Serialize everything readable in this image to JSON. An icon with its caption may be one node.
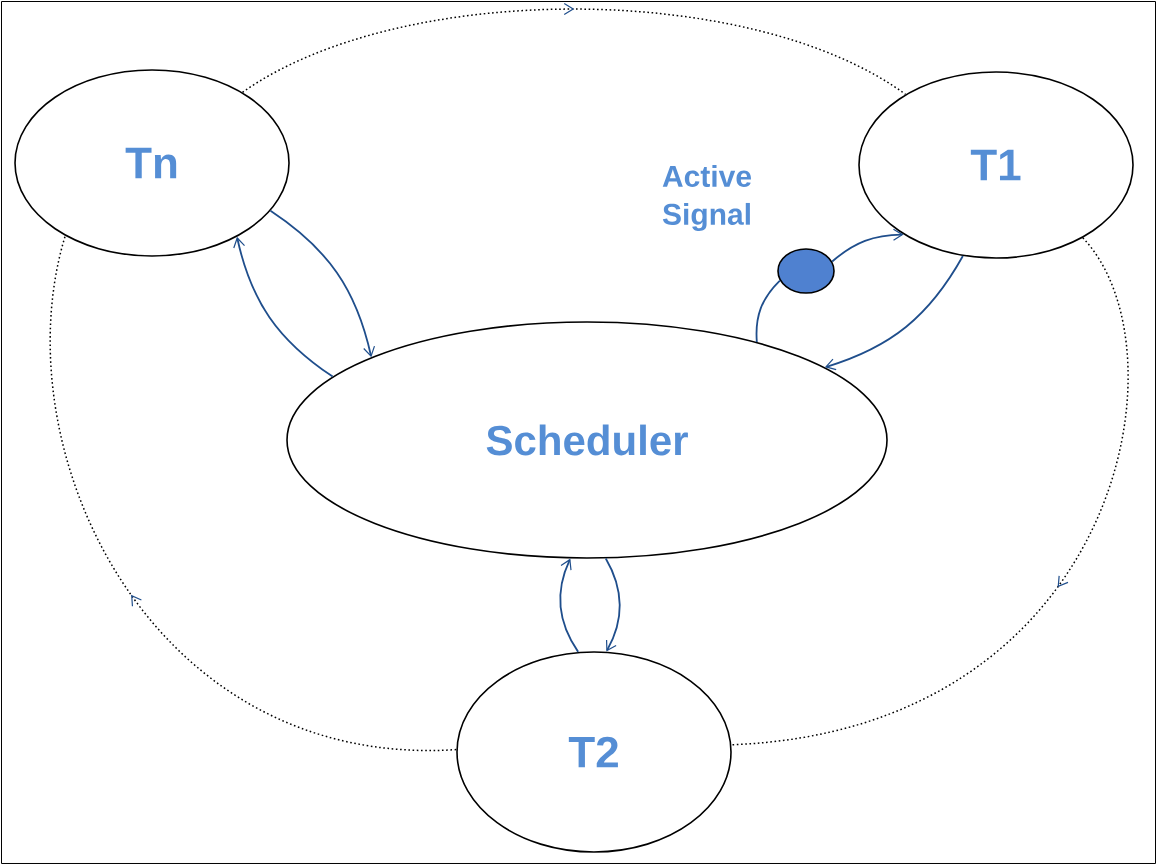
{
  "diagram": {
    "nodes": [
      {
        "text": [
          "Tn"
        ]
      },
      {
        "text": [
          "T1"
        ]
      },
      {
        "text": [
          "Scheduler"
        ]
      },
      {
        "text": [
          "T2"
        ]
      },
      {
        "text": [],
        "shape": "circle",
        "beside": [
          "Active Signal"
        ]
      }
    ],
    "edges": [
      {
        "from": 0,
        "to": 2,
        "arrow": "to"
      },
      {
        "from": 2,
        "to": 0,
        "arrow": "to"
      },
      {
        "from": 2,
        "to": 4,
        "arrow": "none"
      },
      {
        "from": 4,
        "to": 1,
        "arrow": "to"
      },
      {
        "from": 1,
        "to": 2,
        "arrow": "to"
      },
      {
        "from": 2,
        "to": 3,
        "arrow": "to"
      },
      {
        "from": 3,
        "to": 2,
        "arrow": "to"
      },
      {
        "from": 0,
        "to": 1,
        "arrow": "to",
        "style": "dashed",
        "color": "#000000"
      },
      {
        "from": 1,
        "to": 3,
        "arrow": "to",
        "style": "dashed",
        "color": "#000000"
      },
      {
        "from": 3,
        "to": 0,
        "arrow": "to",
        "style": "dashed",
        "color": "#000000"
      }
    ]
  }
}
